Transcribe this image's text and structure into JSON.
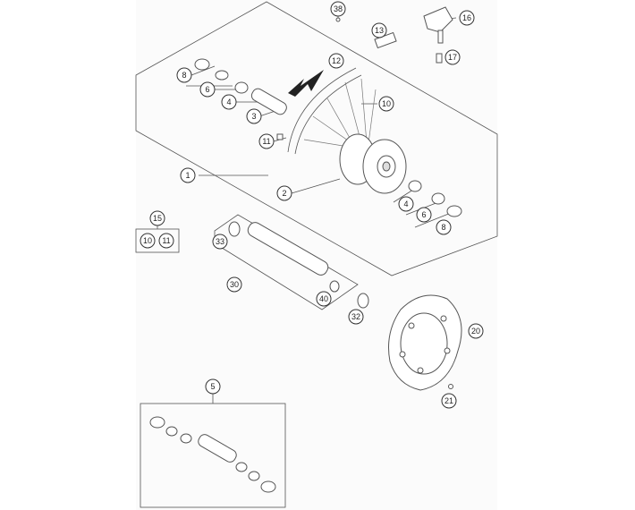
{
  "callouts": {
    "c38": "38",
    "c16": "16",
    "c13": "13",
    "c17": "17",
    "c12": "12",
    "c8a": "8",
    "c6a": "6",
    "c4a": "4",
    "c3": "3",
    "c10a": "10",
    "c11a": "11",
    "c1": "1",
    "c2": "2",
    "c4b": "4",
    "c6b": "6",
    "c8b": "8",
    "c15": "15",
    "c10b": "10",
    "c11b": "11",
    "c33": "33",
    "c30": "30",
    "c40": "40",
    "c32": "32",
    "c20": "20",
    "c21": "21",
    "c5": "5"
  }
}
